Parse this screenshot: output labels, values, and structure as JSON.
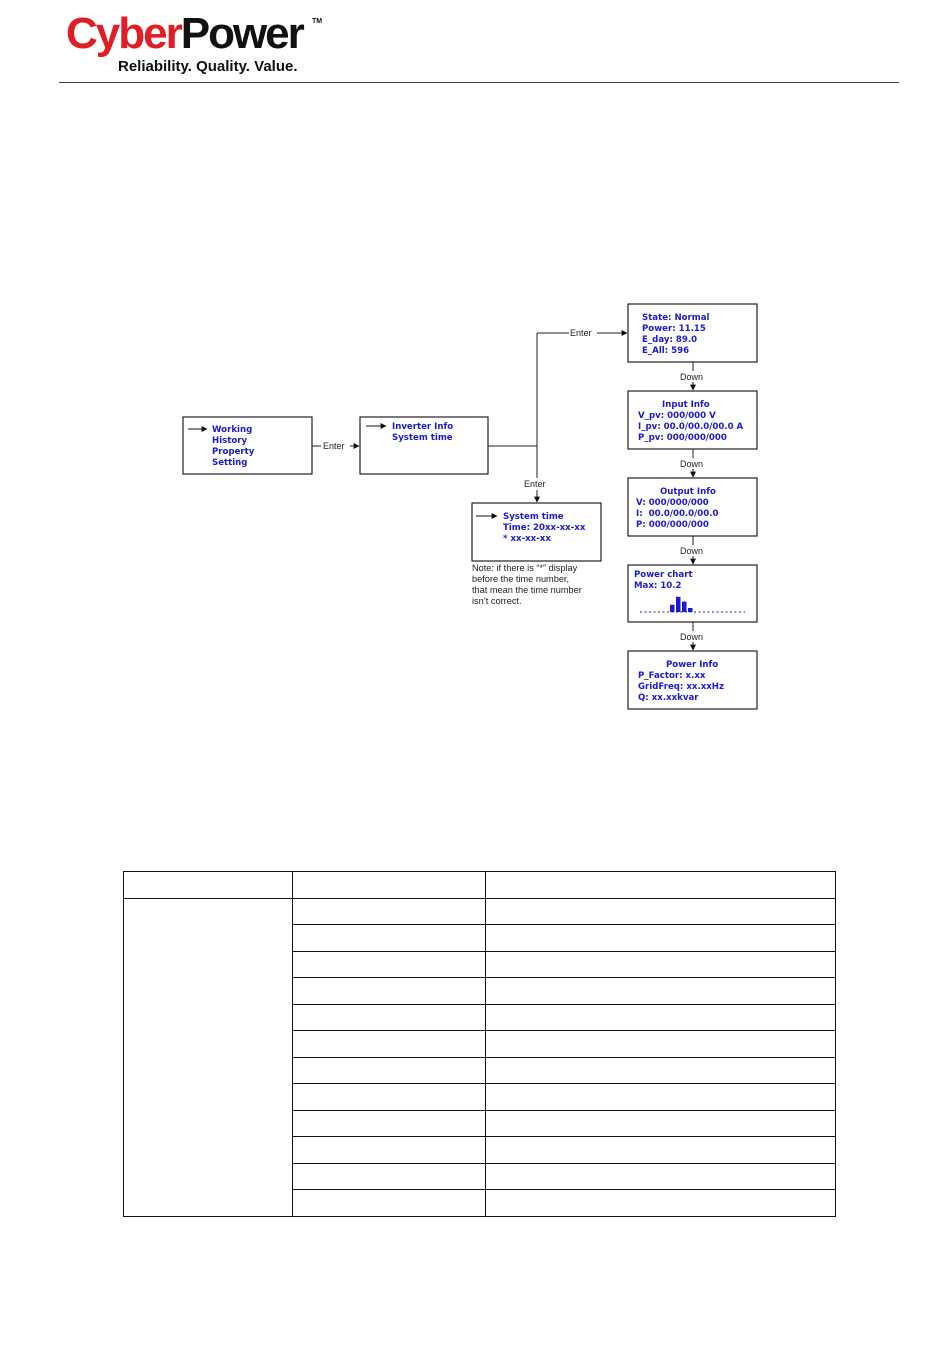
{
  "header": {
    "logo_cyber": "Cyber",
    "logo_power": "Power",
    "logo_tm": "TM",
    "tagline": "Reliability. Quality. Value."
  },
  "diagram": {
    "main_menu": [
      "Working",
      "History",
      "Property",
      "Setting"
    ],
    "sub_menu": [
      "Inverter Info",
      "System time"
    ],
    "state_screen": [
      "State: Normal",
      "Power: 11.15",
      "E_day: 89.0",
      "E_All: 596"
    ],
    "input_screen": {
      "title": "Input Info",
      "lines": [
        "V_pv: 000/000 V",
        "I_pv: 00.0/00.0/00.0 A",
        "P_pv: 000/000/000"
      ]
    },
    "output_screen": {
      "title": "Output Info",
      "lines": [
        "V: 000/000/000",
        "I:  00.0/00.0/00.0",
        "P: 000/000/000"
      ]
    },
    "chart_screen": {
      "title": "Power chart",
      "max_label": "Max: 10.2",
      "bars": [
        0.45,
        0.95,
        0.65,
        0.25
      ]
    },
    "power_screen": {
      "title": "Power Info",
      "lines": [
        "P_Factor: x.xx",
        "GridFreq: xx.xxHz",
        "Q: xx.xxkvar"
      ]
    },
    "time_screen": [
      "System time",
      "Time: 20xx-xx-xx",
      "* xx-xx-xx"
    ],
    "note_lines": [
      "Note: if there is “*” display",
      "before the time number,",
      "that mean the time number",
      "isn’t correct."
    ],
    "enter_label": "Enter",
    "down_label": "Down"
  },
  "table": {
    "column_count": 3,
    "row_count": 13
  },
  "colors": {
    "screen_text": "#1a1ad6",
    "logo_red": "#e01e25"
  }
}
